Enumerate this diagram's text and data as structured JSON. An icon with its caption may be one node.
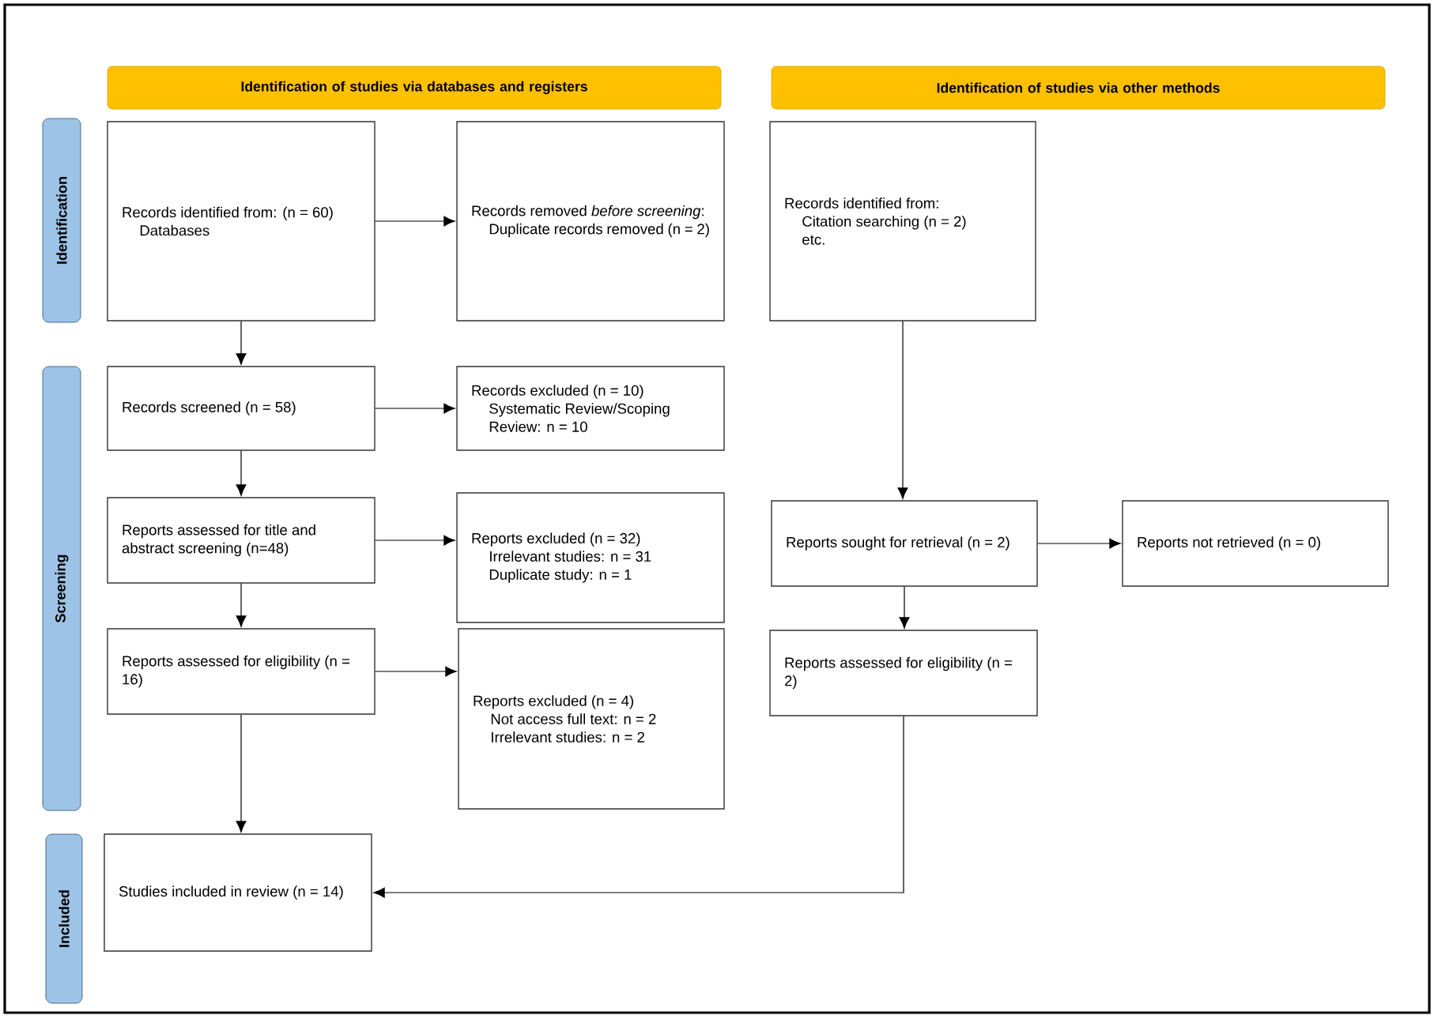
{
  "diagram": {
    "nodes": [
      {
        "text": [
          "Identification of studies via databases and registers"
        ]
      },
      {
        "text": [
          "Identification of studies via other methods"
        ]
      },
      {
        "text": [
          "Identification"
        ]
      },
      {
        "text": [
          "Screening"
        ]
      },
      {
        "text": [
          "Included"
        ]
      },
      {
        "text": [
          "Records identified from: (n = 60)",
          "Databases"
        ]
      },
      {
        "text": [
          "Records removed *before screening*:",
          "Duplicate records removed (n = 2)"
        ]
      },
      {
        "text": [
          "Records screened (n = 58)"
        ]
      },
      {
        "text": [
          "Records excluded (n = 10)",
          "Systematic Review/Scoping Review: n = 10"
        ]
      },
      {
        "text": [
          "Reports assessed for title and abstract screening (n=48)"
        ]
      },
      {
        "text": [
          "Reports excluded (n = 32)",
          "Irrelevant studies: n = 31",
          "Duplicate study: n = 1"
        ]
      },
      {
        "text": [
          "Reports assessed for eligibility (n = 16)"
        ]
      },
      {
        "text": [
          "Reports excluded (n = 4)",
          "Not access full text: n = 2",
          "Irrelevant studies: n = 2"
        ]
      },
      {
        "text": [
          "Studies included in review (n = 14)"
        ]
      },
      {
        "text": [
          "Records identified from:",
          "Citation searching (n = 2)",
          "etc."
        ]
      },
      {
        "text": [
          "Reports sought for retrieval (n = 2)"
        ]
      },
      {
        "text": [
          "Reports not retrieved (n = 0)"
        ]
      },
      {
        "text": [
          "Reports assessed for eligibility (n = 2)"
        ]
      }
    ],
    "edges": [
      {
        "from": 5,
        "to": 6,
        "arrow": "to"
      },
      {
        "from": 5,
        "to": 7,
        "arrow": "to"
      },
      {
        "from": 7,
        "to": 8,
        "arrow": "to"
      },
      {
        "from": 7,
        "to": 9,
        "arrow": "to"
      },
      {
        "from": 9,
        "to": 10,
        "arrow": "to"
      },
      {
        "from": 9,
        "to": 11,
        "arrow": "to"
      },
      {
        "from": 11,
        "to": 12,
        "arrow": "to"
      },
      {
        "from": 11,
        "to": 13,
        "arrow": "to"
      },
      {
        "from": 14,
        "to": 15,
        "arrow": "to"
      },
      {
        "from": 15,
        "to": 16,
        "arrow": "to"
      },
      {
        "from": 15,
        "to": 17,
        "arrow": "to"
      },
      {
        "from": 17,
        "to": 13,
        "arrow": "to"
      }
    ]
  }
}
